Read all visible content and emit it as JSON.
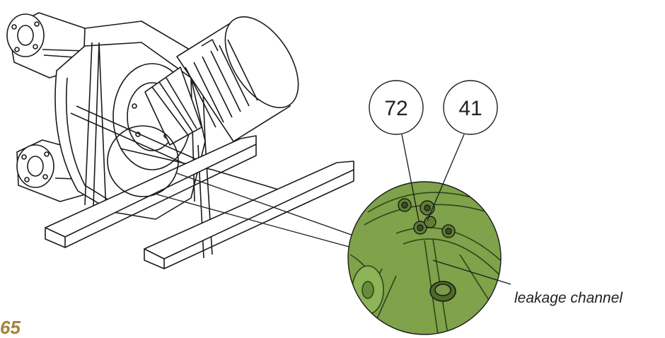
{
  "callouts": [
    {
      "label": "72"
    },
    {
      "label": "41"
    }
  ],
  "annotation": "leakage channel",
  "page_number": "65",
  "colors": {
    "line": "#1a1a1a",
    "detail_fill": "#7fa24a",
    "detail_dark": "#3f5a22",
    "page_number": "#a2843a"
  }
}
